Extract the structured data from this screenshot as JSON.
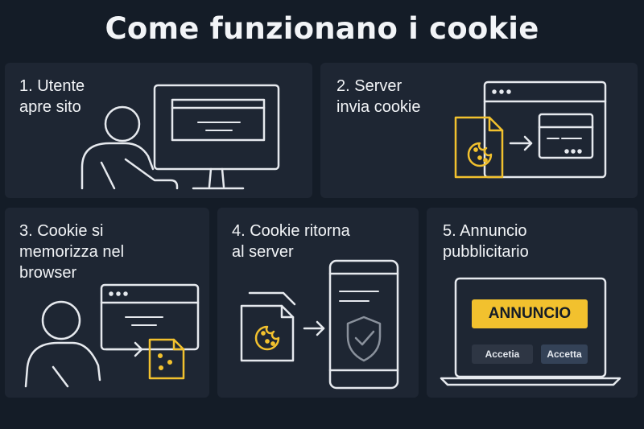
{
  "title": "Come funzionano i cookie",
  "steps": [
    {
      "label": "1. Utente\napre sito"
    },
    {
      "label": "2. Server\ninvia cookie"
    },
    {
      "label": "3. Cookie si\nmemorizza nel\nbrowser"
    },
    {
      "label": "4. Cookie ritorna\nal server"
    },
    {
      "label": "5. Annuncio\npubblicitario"
    }
  ],
  "ad": {
    "banner": "ANNUNCIO",
    "button_left": "Accetia",
    "button_right": "Accetta"
  },
  "colors": {
    "background": "#141c27",
    "panel": "#1e2633",
    "line": "#e6e9ee",
    "accent": "#f2c12e"
  },
  "icons": [
    "user-icon",
    "monitor-icon",
    "browser-window-icon",
    "cookie-file-icon",
    "arrow-right-icon",
    "smartphone-icon",
    "shield-check-icon",
    "laptop-icon"
  ]
}
